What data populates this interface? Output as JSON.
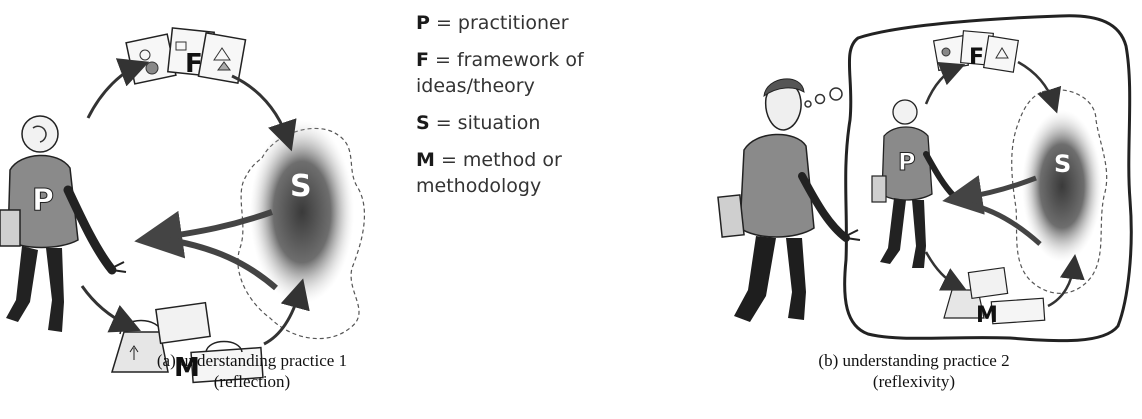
{
  "labels": {
    "practitioner": "P",
    "framework": "F",
    "situation": "S",
    "method": "M"
  },
  "legend": [
    {
      "key": "P",
      "text": " = practitioner"
    },
    {
      "key": "F",
      "text": " = framework  of ideas/theory"
    },
    {
      "key": "S",
      "text": " = situation"
    },
    {
      "key": "M",
      "text": " = method or methodology"
    }
  ],
  "captions": {
    "a": {
      "line1": "(a) understanding practice 1",
      "line2": "(reflection)"
    },
    "b": {
      "line1": "(b) understanding practice 2",
      "line2": "(reflexivity)"
    }
  }
}
